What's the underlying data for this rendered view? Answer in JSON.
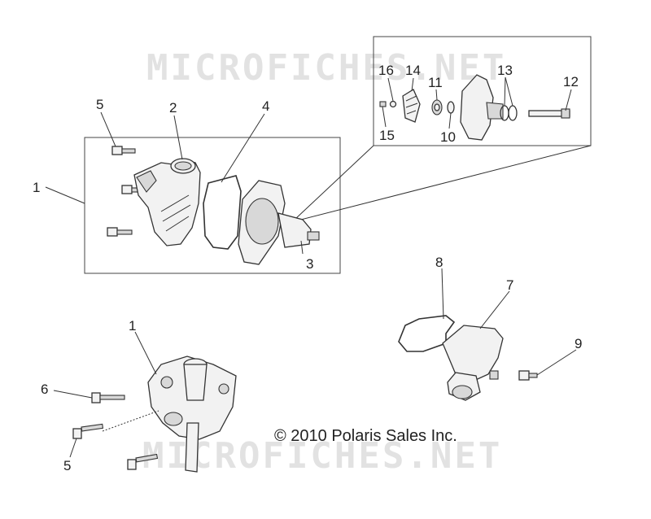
{
  "watermark": {
    "text": "MICROFICHES.NET"
  },
  "copyright": "© 2010 Polaris Sales Inc.",
  "callouts": {
    "c1_top": "1",
    "c2": "2",
    "c3": "3",
    "c4": "4",
    "c5_top": "5",
    "c16": "16",
    "c14": "14",
    "c11": "11",
    "c13": "13",
    "c12": "12",
    "c15": "15",
    "c10": "10",
    "c8": "8",
    "c7": "7",
    "c9": "9",
    "c1_bottom": "1",
    "c6": "6",
    "c5_bottom": "5"
  }
}
